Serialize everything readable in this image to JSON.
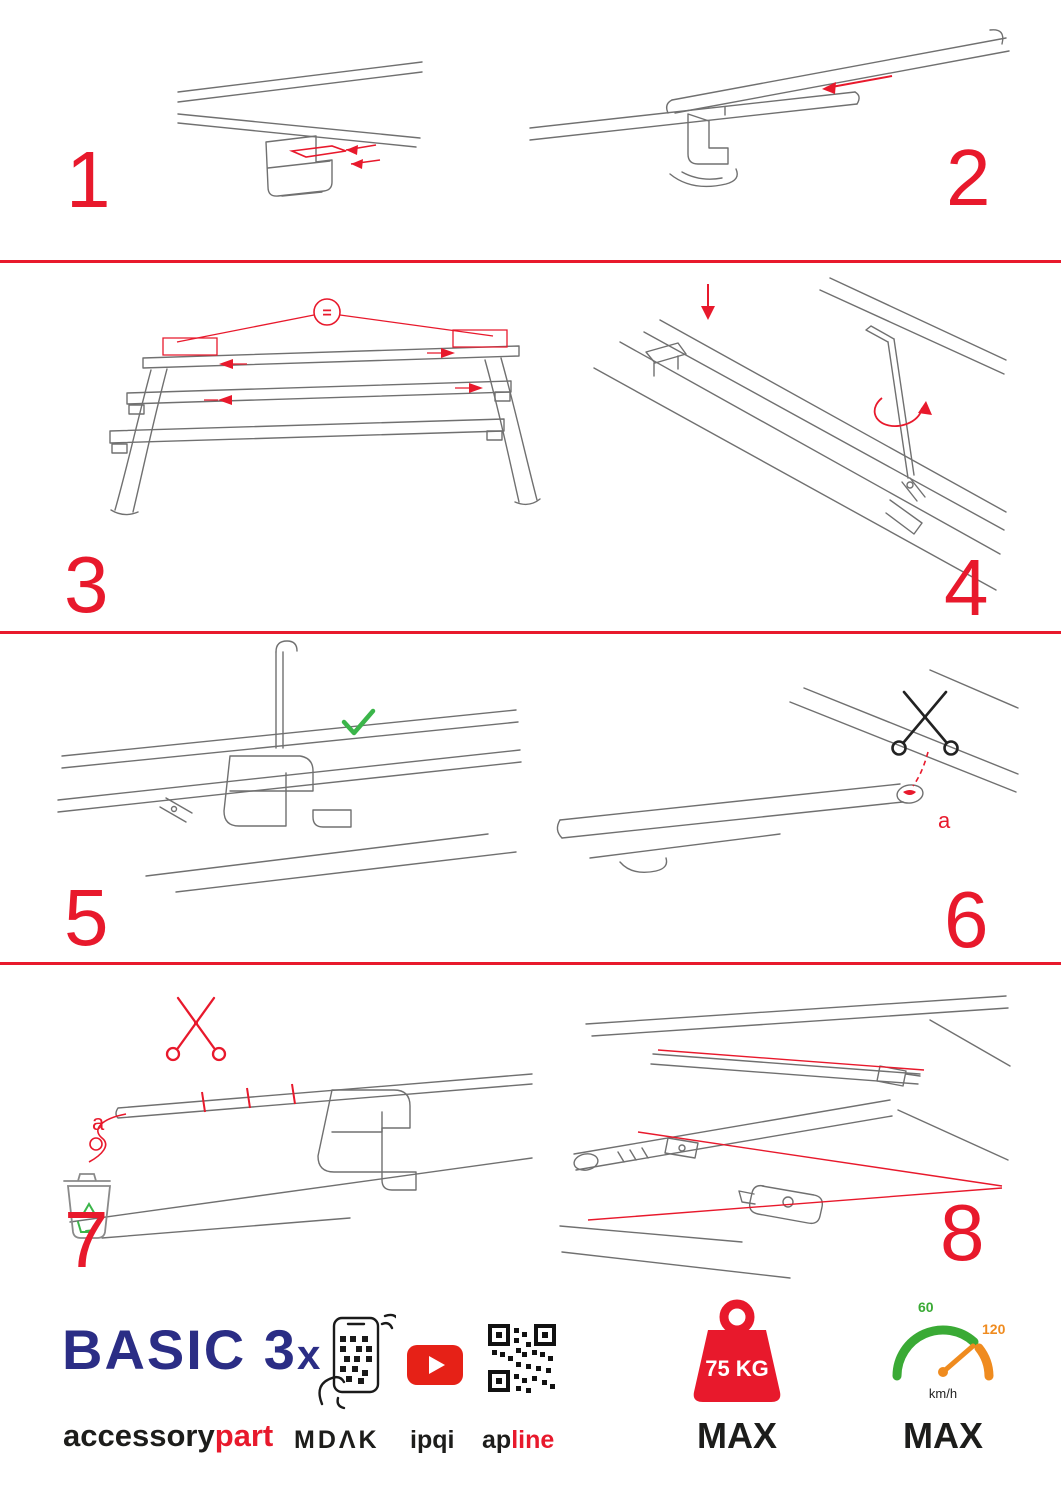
{
  "steps": [
    {
      "num": "1"
    },
    {
      "num": "2"
    },
    {
      "num": "3",
      "equal": "="
    },
    {
      "num": "4"
    },
    {
      "num": "5"
    },
    {
      "num": "6",
      "label_a": "a"
    },
    {
      "num": "7",
      "label_a": "a"
    },
    {
      "num": "8"
    }
  ],
  "footer": {
    "brand_main": "BASIC 3",
    "brand_x": "x",
    "brand_sub_left": "accessory",
    "brand_sub_right": "part",
    "partner_mdak": "MDΛK",
    "partner_ipqi": "ipqi",
    "partner_ap": "ap",
    "partner_line": "line",
    "weight_value": "75 KG",
    "weight_max": "MAX",
    "speed_low": "60",
    "speed_high": "120",
    "speed_unit": "km/h",
    "speed_max": "MAX"
  },
  "icons": {
    "scissors_black": "scissors",
    "scissors_red": "scissors",
    "check": "checkmark",
    "trash_recycle": "trash-can-with-recycle-arrows",
    "phone_qr": "hand-holding-phone-scanning-qr",
    "youtube": "youtube-play-button",
    "qr_code": "qr-code",
    "weight": "max-load-weight",
    "speedometer": "max-speed-gauge"
  },
  "colors": {
    "accent": "#e8192c",
    "brand_blue": "#2b2d85",
    "green": "#3bb54a",
    "orange": "#ef8b1f",
    "line_gray": "#707070"
  }
}
